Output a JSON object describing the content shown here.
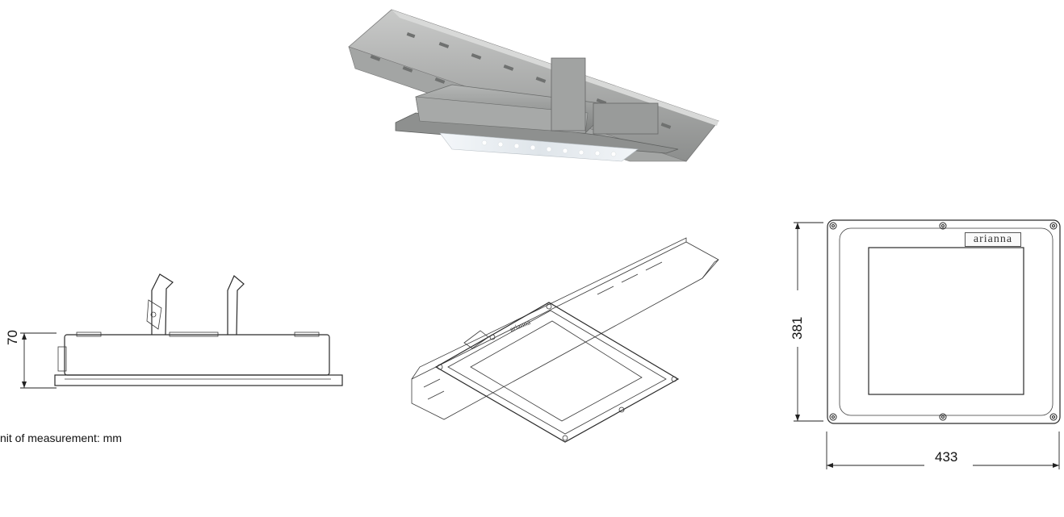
{
  "unit_note": "nit of measurement: mm",
  "dimensions": {
    "height": "70",
    "depth": "381",
    "width": "433"
  },
  "brand": "arianna",
  "colors": {
    "background": "#ffffff",
    "line": "#2a2a2a",
    "render_body": "#9a9c9b",
    "render_light": "#e9eef2"
  }
}
